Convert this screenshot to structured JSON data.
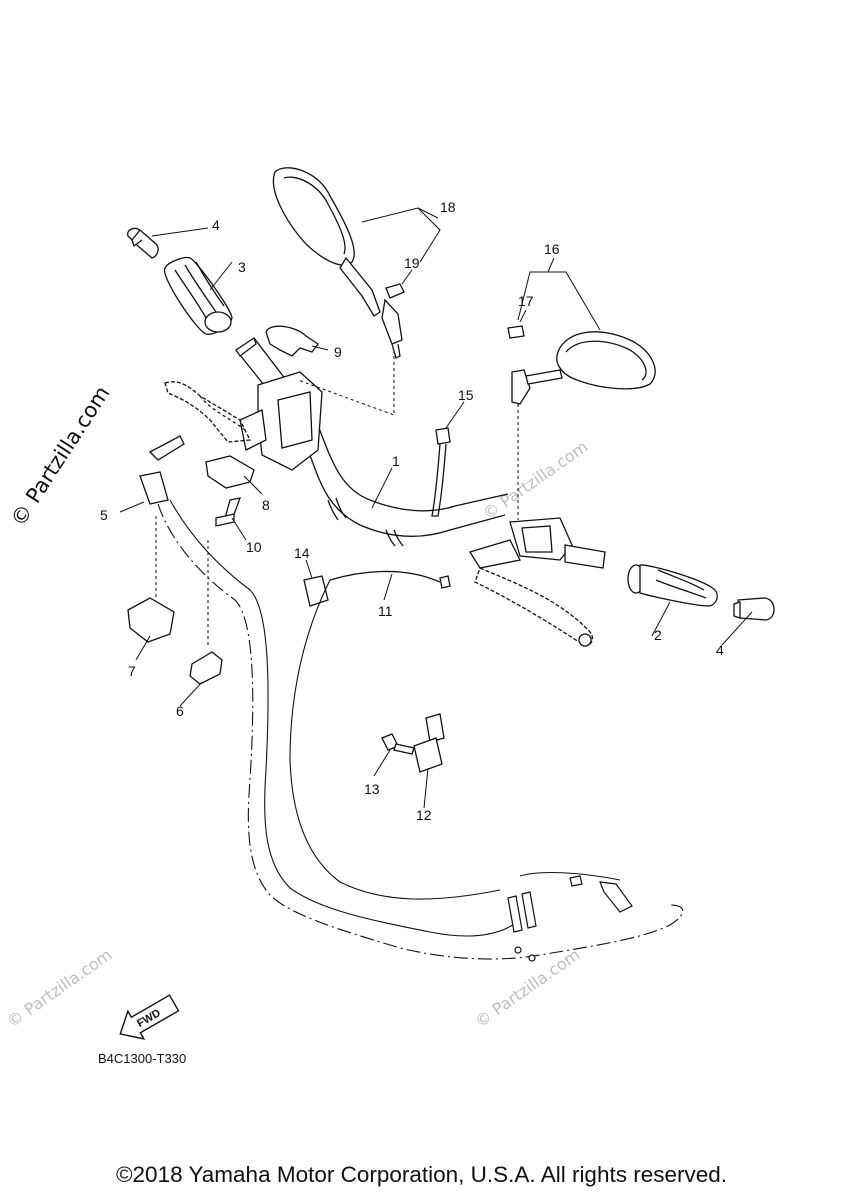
{
  "callouts": {
    "c1": "1",
    "c2": "2",
    "c3": "3",
    "c4a": "4",
    "c4b": "4",
    "c5": "5",
    "c6": "6",
    "c7": "7",
    "c8": "8",
    "c9": "9",
    "c10": "10",
    "c11": "11",
    "c12": "12",
    "c13": "13",
    "c14": "14",
    "c15": "15",
    "c16": "16",
    "c17": "17",
    "c18": "18",
    "c19": "19"
  },
  "fwd_label": "FWD",
  "drawing_code": "B4C1300-T330",
  "watermark_main": "© Partzilla.com",
  "watermark_faint": "© Partzilla.com",
  "copyright": "©2018 Yamaha Motor Corporation, U.S.A. All rights reserved."
}
